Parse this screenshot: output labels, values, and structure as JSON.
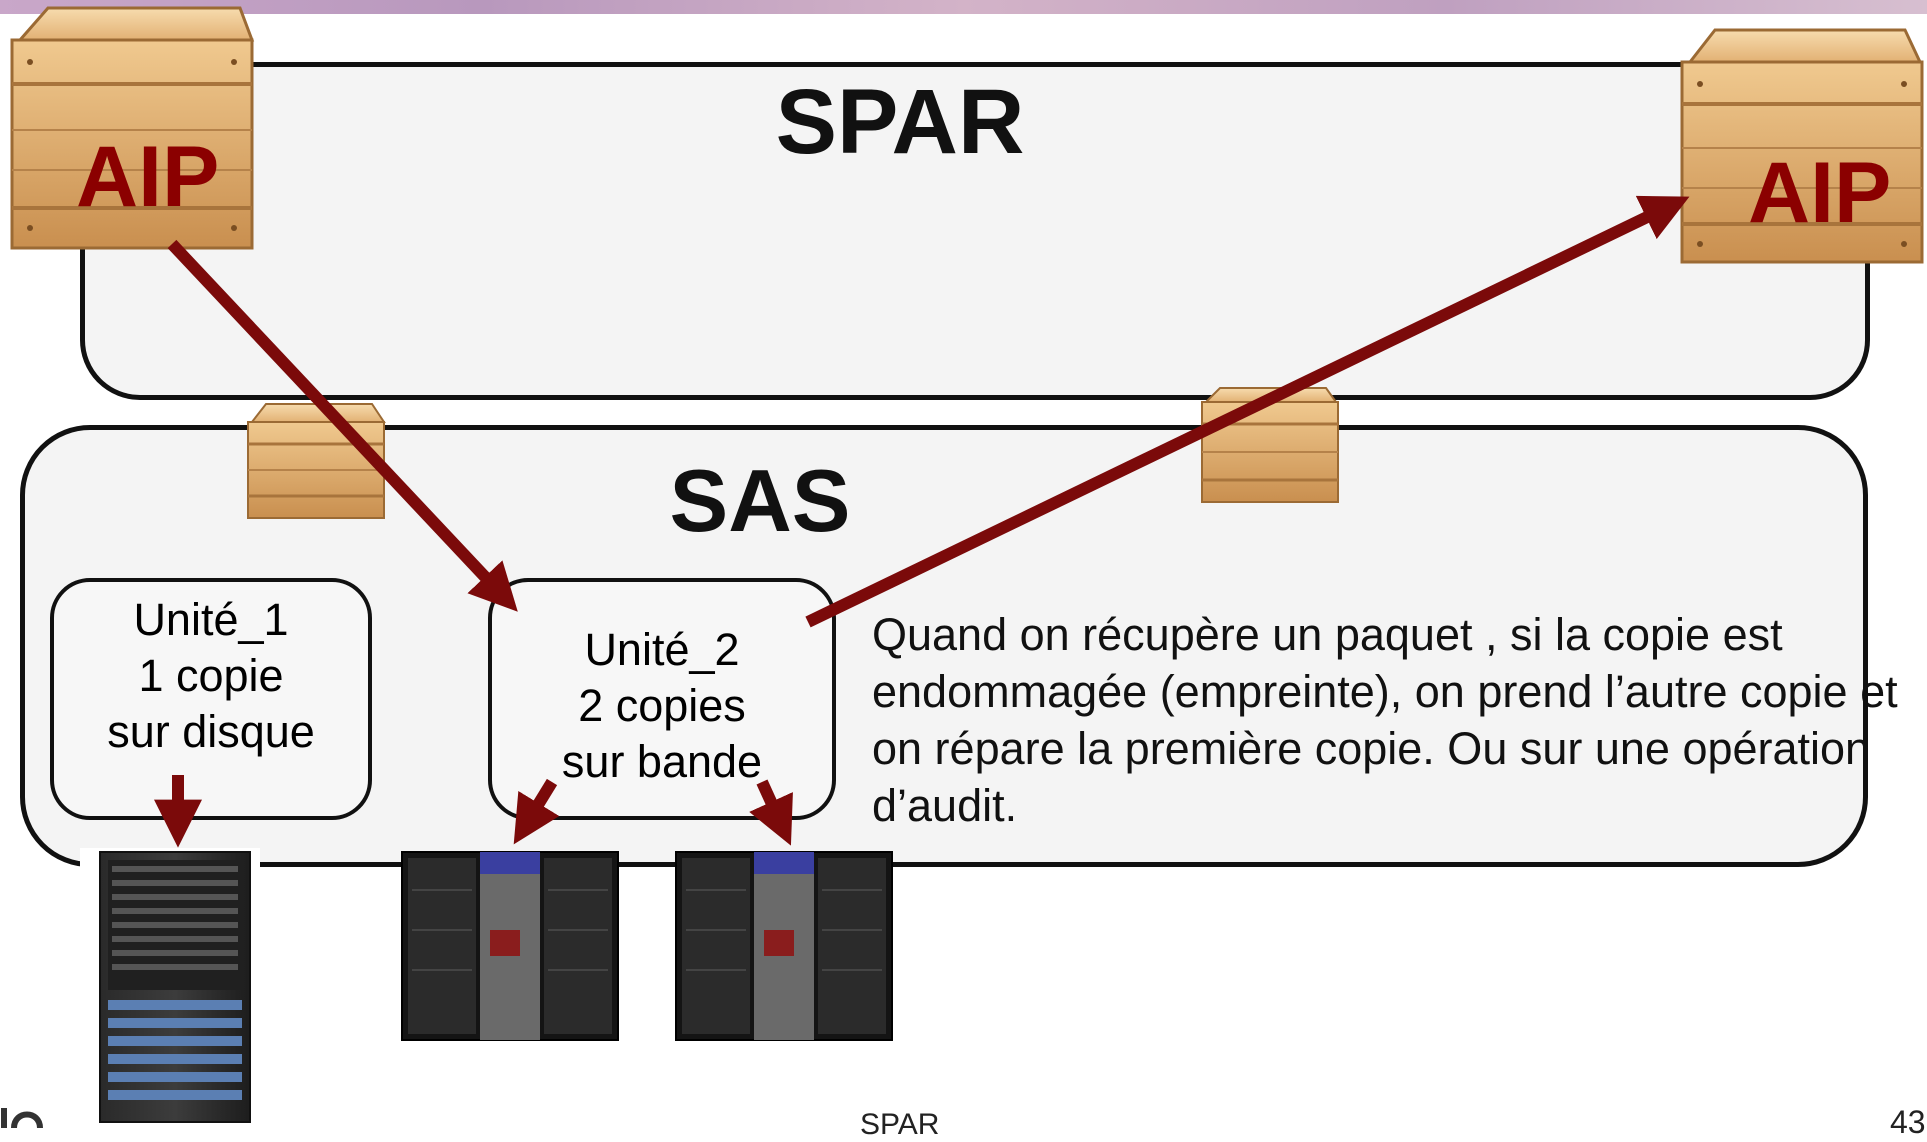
{
  "spar": {
    "title": "SPAR"
  },
  "sas": {
    "title": "SAS"
  },
  "aip_left": {
    "label": "AIP"
  },
  "aip_right": {
    "label": "AIP"
  },
  "unit1": {
    "lines": [
      "Unité_1",
      "1 copie",
      "sur disque"
    ]
  },
  "unit2": {
    "lines": [
      "Unité_2",
      "2 copies",
      "sur bande"
    ]
  },
  "description": "Quand on récupère un paquet , si la copie est endommagée (empreinte), on prend l’autre copie et on répare la première copie. Ou sur une opération d’audit.",
  "footer": {
    "text": "SPAR",
    "page": "43"
  },
  "colors": {
    "arrow": "#7b0a0a",
    "label": "#8b0000",
    "box": "#d9a66a"
  }
}
